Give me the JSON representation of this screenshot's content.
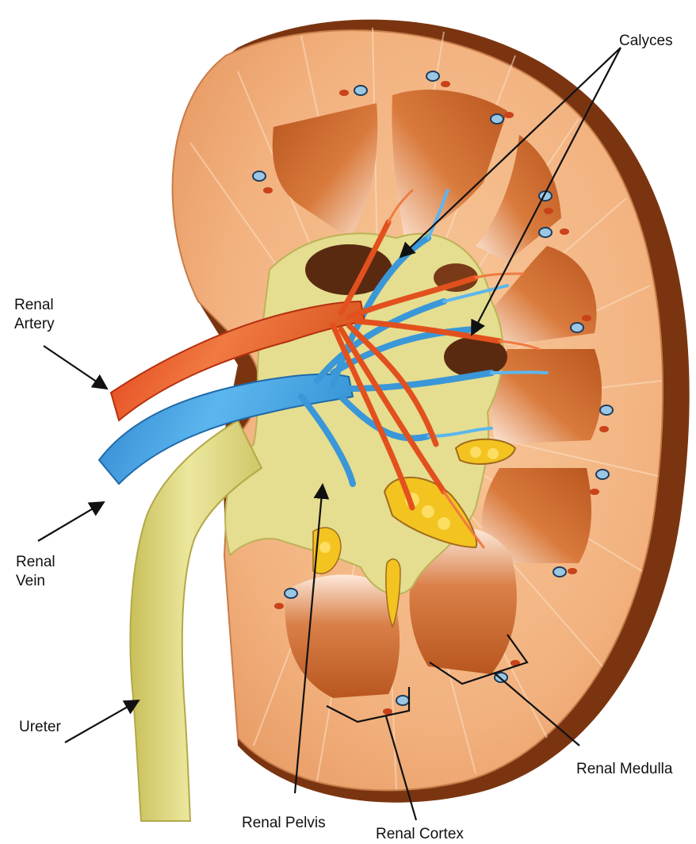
{
  "labels": {
    "calyces": "Calyces",
    "renal_artery_line1": "Renal",
    "renal_artery_line2": "Artery",
    "renal_vein_line1": "Renal",
    "renal_vein_line2": "Vein",
    "ureter": "Ureter",
    "renal_pelvis": "Renal Pelvis",
    "renal_cortex": "Renal Cortex",
    "renal_medulla": "Renal Medulla"
  },
  "colors": {
    "cortex": "#f2b27f",
    "capsule_shadow": "#7a3510",
    "medulla_pyramid": "#c8642a",
    "pelvis_ureter": "#d8d27a",
    "artery": "#e2501e",
    "vein": "#3a97d8",
    "fat": "#f3c320",
    "annotation": "#111111"
  }
}
